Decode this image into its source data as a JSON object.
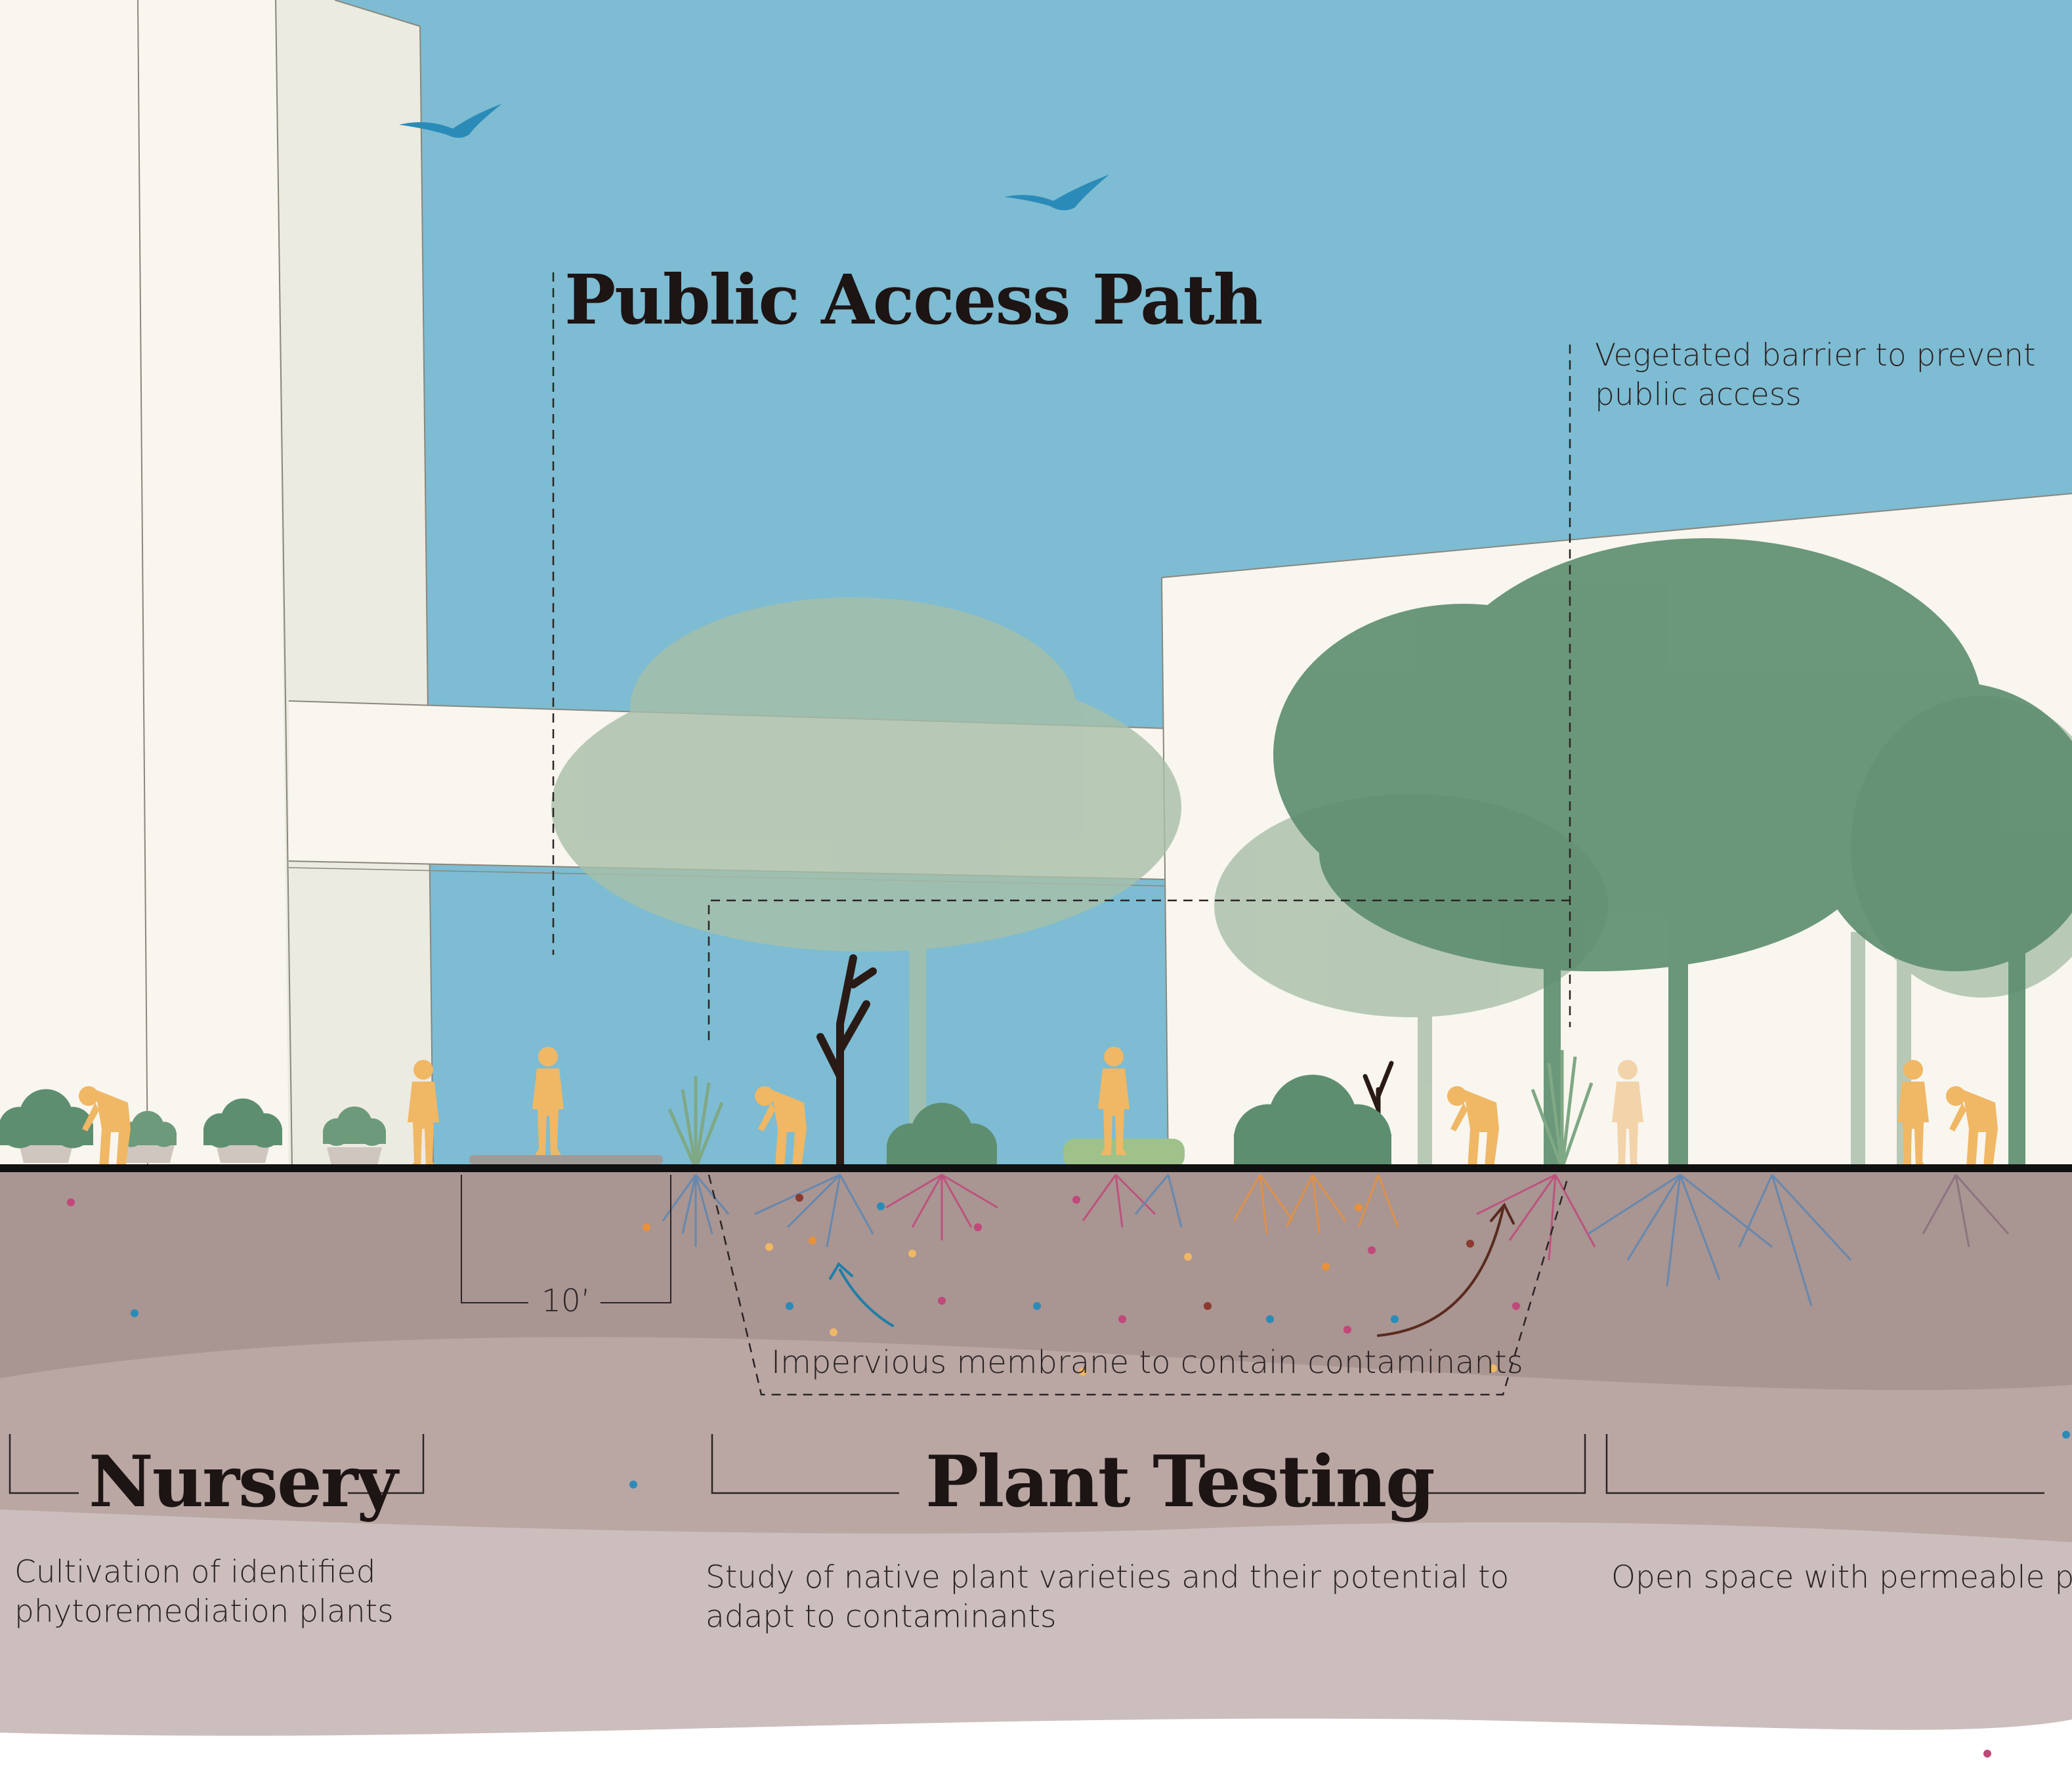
{
  "colors": {
    "sky": "#7dbcd3",
    "building": "#f8f6ef",
    "building_shade": "#ecebe1",
    "tree_dark": "#5e8e70",
    "tree_light": "#a7bfa8",
    "people": "#f0b765",
    "bird": "#2b8bb8",
    "soil_top": "#a99592",
    "soil_mid": "#baa7a4",
    "soil_low": "#cbbebc",
    "root_blue": "#5b86b4",
    "root_pink": "#c0487a",
    "root_orange": "#e8913c",
    "text": "#2b2424",
    "title": "#1d1414"
  },
  "labels": {
    "public_access_path": "Public Access Path",
    "vegetated_barrier": "Vegetated barrier to prevent\npublic access",
    "dimension": "10’",
    "membrane": "Impervious membrane to contain contaminants"
  },
  "zones": [
    {
      "title": "Nursery",
      "description": "Cultivation of identified\nphytoremediation plants"
    },
    {
      "title": "Plant Testing",
      "description": "Study of native plant varieties and their potential to\nadapt to contaminants"
    },
    {
      "title": "",
      "description": "Open space with permeable pa"
    }
  ],
  "icons": [
    "bird-icon",
    "person-icon",
    "tree-icon",
    "shrub-icon",
    "potted-plant-icon",
    "grass-icon",
    "roots-icon",
    "contaminant-dot-icon"
  ]
}
